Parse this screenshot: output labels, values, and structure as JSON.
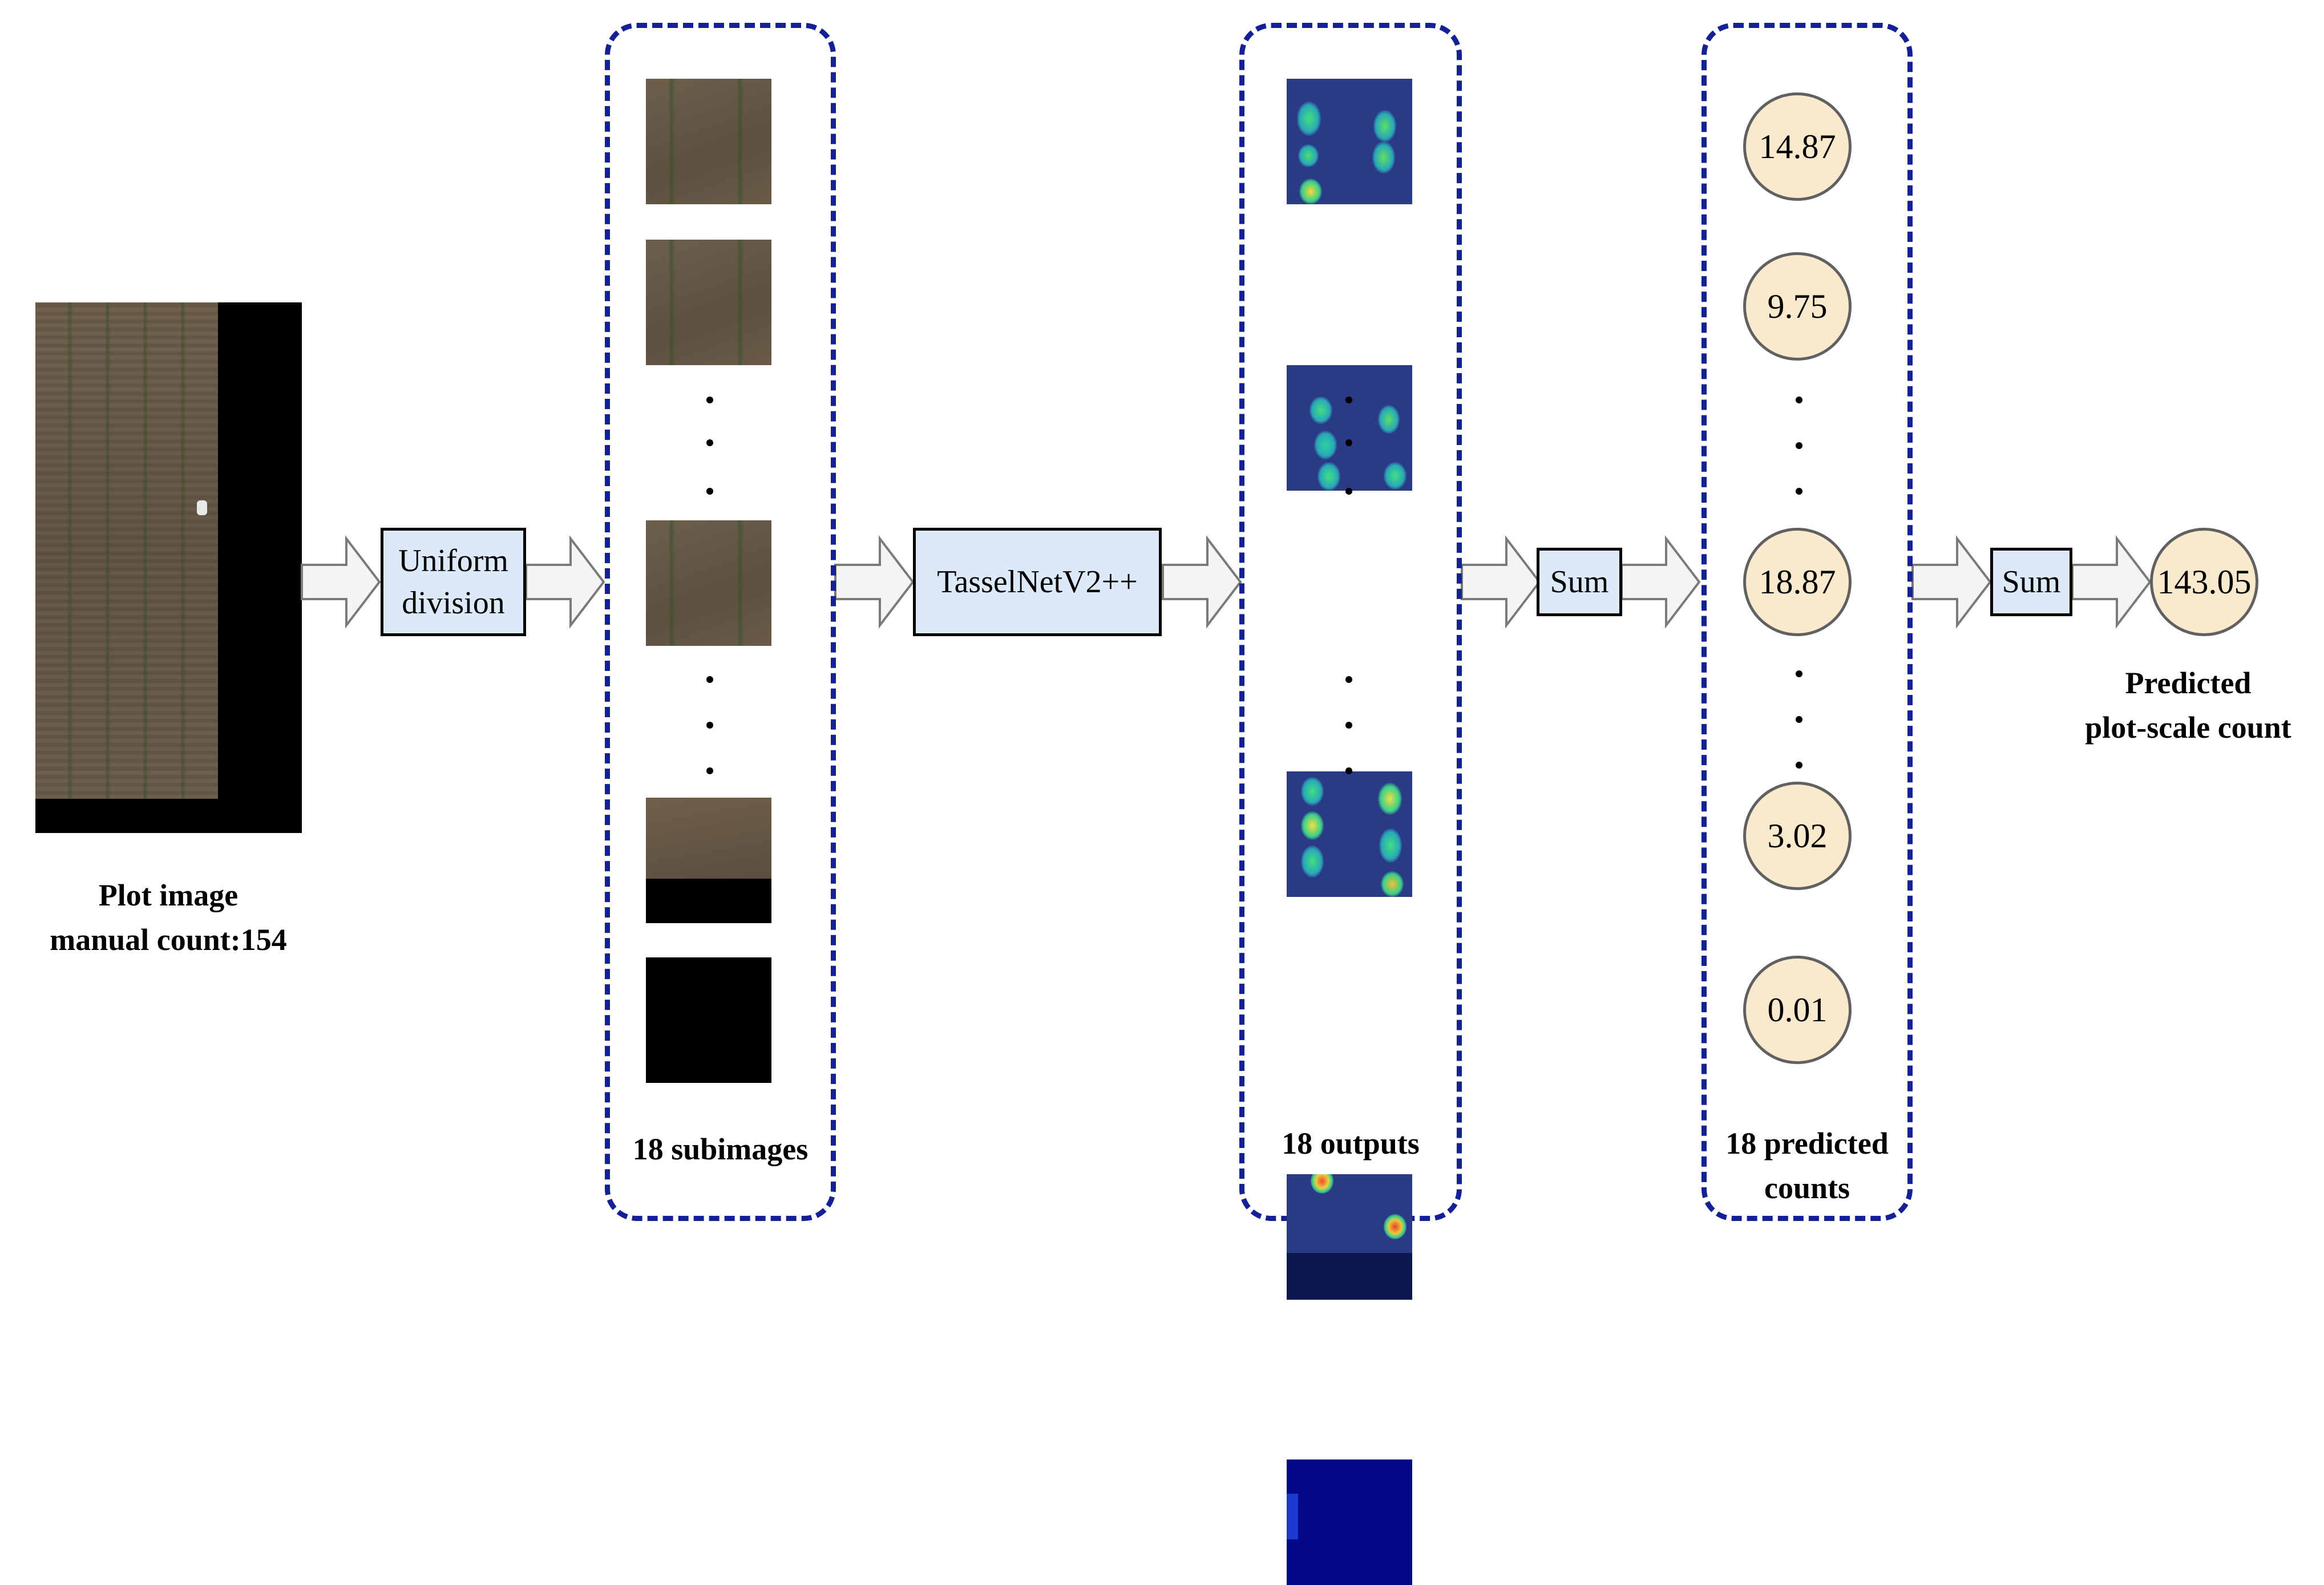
{
  "plot": {
    "caption_line1": "Plot image",
    "caption_line2": "manual count:154"
  },
  "steps": {
    "division_line1": "Uniform",
    "division_line2": "division",
    "model": "TasselNetV2++",
    "sum1": "Sum",
    "sum2": "Sum"
  },
  "groups": {
    "subimages_label": "18 subimages",
    "outputs_label": "18 outputs",
    "counts_label_line1": "18 predicted",
    "counts_label_line2": "counts"
  },
  "counts": [
    "14.87",
    "9.75",
    "18.87",
    "3.02",
    "0.01"
  ],
  "result": {
    "value": "143.05",
    "label_line1": "Predicted",
    "label_line2": "plot-scale count"
  },
  "colors": {
    "dashed_border": "#142196",
    "process_box_fill": "#dce9f8",
    "count_circle_fill": "#fbe9cd",
    "arrow_fill": "#f4f4f4"
  }
}
